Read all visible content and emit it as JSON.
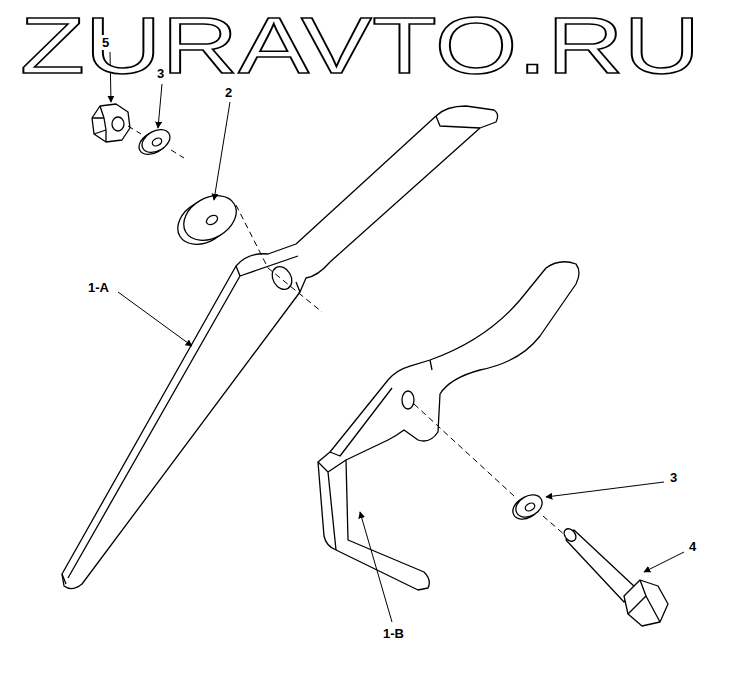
{
  "diagram": {
    "labels": [
      "ZURAVTO.RU",
      "5",
      "3",
      "2",
      "1-A",
      "3",
      "4",
      "1-B"
    ]
  }
}
